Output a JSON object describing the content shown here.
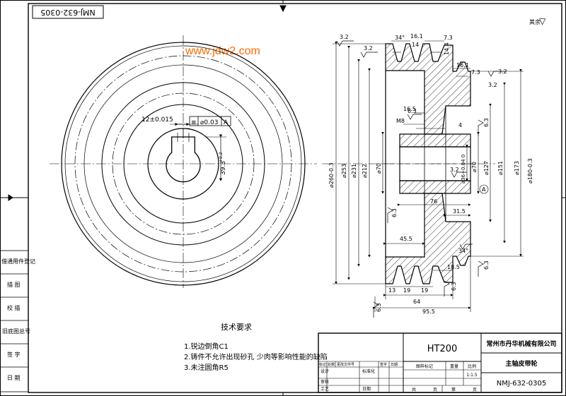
{
  "header": {
    "drawing_number_rotated": "NMJ-632-0305",
    "watermark": "www.jdw2.com",
    "roughness_rest_label": "其余",
    "roughness_rest_symbol": "▽"
  },
  "front_view": {
    "keyway_width": "12±0.015",
    "keyway_depth_value": "39.3",
    "keyway_depth_tol": "+0.2",
    "tolerance_symbol": "≡",
    "tolerance_value": "⌀0.03",
    "datum": "A"
  },
  "section_view": {
    "diameters": [
      "⌀260-0.3",
      "⌀253",
      "⌀231",
      "⌀212",
      "⌀70",
      "⌀36+0.04 0",
      "⌀70",
      "⌀127",
      "⌀151",
      "⌀173",
      "⌀180-0.3"
    ],
    "roughness": [
      "3.2",
      "3.2",
      "3.2",
      "3.2",
      "6.3",
      "3.2",
      "6.3",
      "6.3",
      "6.3",
      "6.3",
      "6.3"
    ],
    "groove_dims": [
      "34°",
      "16.1",
      "7.3",
      "14",
      "14.4",
      "16.1",
      "7.3",
      "34°"
    ],
    "hole_dims": [
      "16.5",
      "M8",
      "4"
    ],
    "axial_dims": [
      "76",
      "31.5",
      "45.5",
      "18.5",
      "13",
      "19",
      "19",
      "64",
      "95.5"
    ],
    "datum": "A"
  },
  "technical_requirements": {
    "title": "技术要求",
    "items": [
      "1.锐边倒角C1",
      "2.铸件不允许出现砂孔 少肉等影响性能的缺陷",
      "3.未注圆角R5"
    ]
  },
  "side_stamps": [
    "借通用件登记",
    "描 图",
    "校 描",
    "旧底图总号",
    "签 字",
    "日 期"
  ],
  "title_block": {
    "material": "HT200",
    "company": "常州市丹华机械有限公司",
    "part_name": "主轴皮带轮",
    "drawing_number": "NMJ-632-0305",
    "scale": "1:1.5",
    "headers": [
      "标记",
      "处数",
      "更改文件号",
      "签字",
      "日期"
    ],
    "design_label": "设计",
    "standardize_label": "标准化",
    "check_label": "审核",
    "process_label": "工艺",
    "date_label": "日期",
    "stage_label": "图样标记",
    "weight_label": "重量",
    "scale_label": "比例",
    "sheets_total": "共",
    "sheets_current": "第",
    "page_unit": "页"
  }
}
